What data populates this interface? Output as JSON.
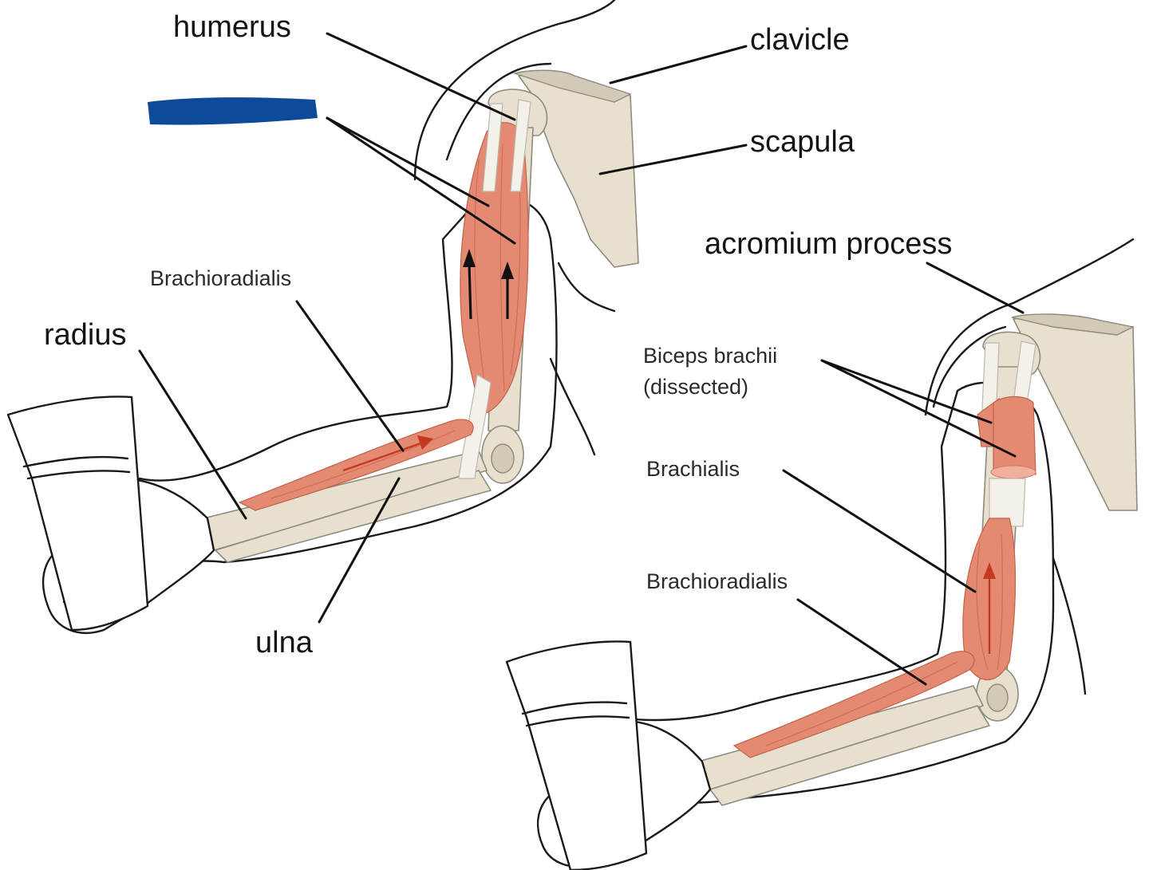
{
  "labels": {
    "humerus": "humerus",
    "clavicle": "clavicle",
    "scapula": "scapula",
    "acromium_process": "acromium process",
    "brachioradialis_left": "Brachioradialis",
    "radius": "radius",
    "ulna": "ulna",
    "biceps_brachii_line1": "Biceps brachii",
    "biceps_brachii_line2": "(dissected)",
    "brachialis": "Brachialis",
    "brachioradialis_right": "Brachioradialis"
  },
  "colors": {
    "muscle": "#e48a72",
    "bone": "#e7e0cf",
    "redaction": "#0d4a9a",
    "leader": "#111111"
  }
}
